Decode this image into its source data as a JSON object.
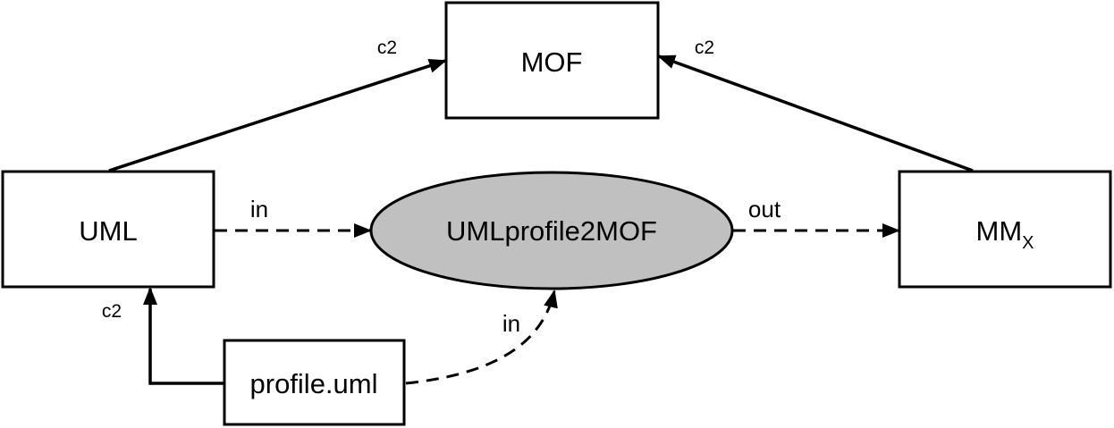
{
  "nodes": {
    "mof": {
      "label": "MOF"
    },
    "uml": {
      "label": "UML"
    },
    "mmx": {
      "label": "MM",
      "subscript": "X"
    },
    "transform": {
      "label": "UMLprofile2MOF",
      "fill": "#c0c0c0"
    },
    "profile": {
      "label": "profile.uml"
    }
  },
  "edges": {
    "uml_to_mof": {
      "label": "c2"
    },
    "mmx_to_mof": {
      "label": "c2"
    },
    "uml_to_transform": {
      "label": "in"
    },
    "transform_to_mmx": {
      "label": "out"
    },
    "profile_to_transform": {
      "label": "in"
    },
    "profile_to_uml": {
      "label": "c2"
    }
  }
}
